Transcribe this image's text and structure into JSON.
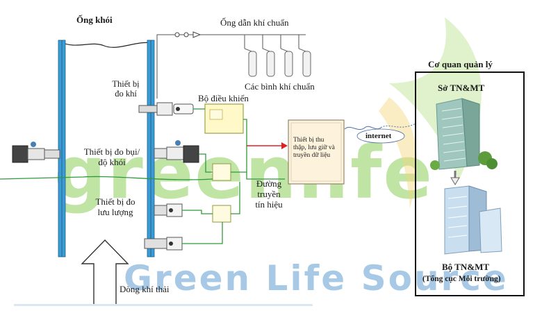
{
  "colors": {
    "chimney_pipe": "#3c9bd4",
    "signal_line": "#2e9a3a",
    "arrow_red": "#e02020",
    "watermark_green": "#8ccf5a",
    "watermark_yellow": "#f3c850",
    "watermark_blue": "#8ab8de"
  },
  "labels": {
    "chimney": "Ống khói",
    "gas_pipe": "Ống dẫn khí chuẩn",
    "gas_cylinders": "Các bình khí chuẩn",
    "gas_device_l1": "Thiết bị",
    "gas_device_l2": "đo khí",
    "controller": "Bộ điều khiển",
    "dust_device_l1": "Thiết bị đo bụi/",
    "dust_device_l2": "độ khói",
    "flow_device_l1": "Thiết bị đo",
    "flow_device_l2": "lưu lượng",
    "signal_l1": "Đường",
    "signal_l2": "truyền",
    "signal_l3": "tín hiệu",
    "data_box_l1": "Thiết bị thu",
    "data_box_l2": "thập, lưu giữ và",
    "data_box_l3": "truyền dữ liệu",
    "internet": "internet",
    "authority_title": "Cơ quan quản lý",
    "dept_top": "Sở TN&MT",
    "ministry": "Bộ TN&MT",
    "ministry_sub": "(Tổng cục Môi trường)",
    "exhaust_flow": "Dòng khí thải"
  },
  "watermark": {
    "logo_text": "greenlife",
    "source_text": "Green Life Source"
  }
}
